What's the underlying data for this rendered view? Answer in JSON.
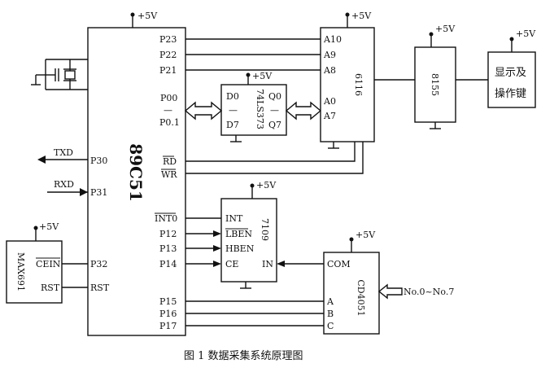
{
  "power": "+5V",
  "mcu": {
    "name": "89C51",
    "pins_right": [
      "P23",
      "P22",
      "P21",
      "P00",
      "—",
      "P0.1",
      "RD",
      "WR",
      "INT0",
      "P12",
      "P13",
      "P14",
      "P15",
      "P16",
      "P17"
    ],
    "pins_left": [
      "P30",
      "P31",
      "P32",
      "RST"
    ]
  },
  "latch": {
    "name": "74LS373",
    "d_top": "D0",
    "d_bot": "D7",
    "q_top": "Q0",
    "q_bot": "Q7",
    "dash": "—"
  },
  "ram": {
    "name": "6116",
    "pins": [
      "A10",
      "A9",
      "A8",
      "A0",
      "A7"
    ]
  },
  "ppi": {
    "name": "8155"
  },
  "display": {
    "line1": "显示及",
    "line2": "操作键"
  },
  "adc": {
    "name": "7109",
    "pins": [
      "INT",
      "LBEN",
      "HBEN",
      "CE",
      "IN"
    ]
  },
  "mux": {
    "name": "CD4051",
    "pins": [
      "COM",
      "A",
      "B",
      "C"
    ],
    "input": "No.0~No.7"
  },
  "watchdog": {
    "name": "MAX691",
    "pins": [
      "CEIN",
      "RST"
    ]
  },
  "serial": {
    "txd": "TXD",
    "rxd": "RXD"
  },
  "caption": "图 1    数据采集系统原理图"
}
